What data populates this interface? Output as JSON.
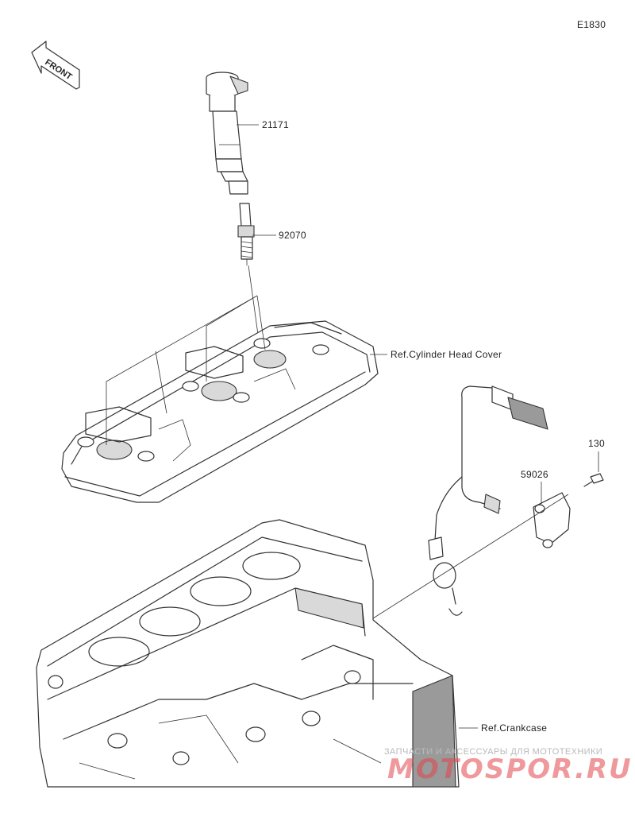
{
  "diagram_code": "E1830",
  "front_arrow": "FRONT",
  "parts": {
    "ignition_coil": "21171",
    "spark_plug": "92070",
    "crank_sensor": "59026",
    "bolt": "130"
  },
  "references": {
    "cylinder_head_cover": "Ref.Cylinder Head Cover",
    "crankcase": "Ref.Crankcase"
  },
  "watermark": {
    "tagline": "ЗАПЧАСТИ И АКСЕССУАРЫ ДЛЯ МОТОТЕХНИКИ",
    "site": "MOTOSPOR.RU"
  }
}
